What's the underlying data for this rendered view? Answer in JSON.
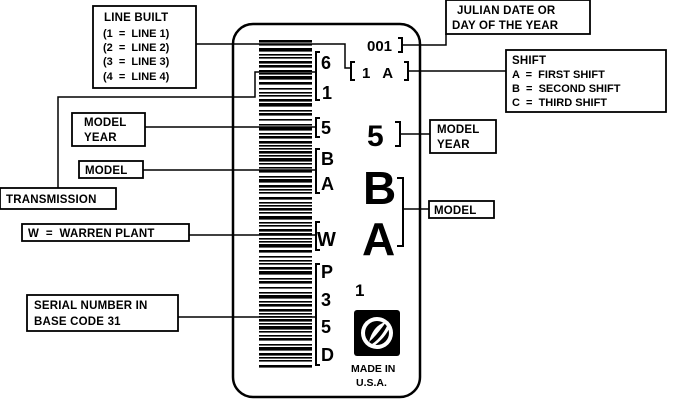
{
  "callouts": {
    "line_built": {
      "title": "LINE BUILT",
      "lines": [
        "(1  =  LINE 1)",
        "(2  =  LINE 2)",
        "(3  =  LINE 3)",
        "(4  =  LINE 4)"
      ]
    },
    "julian_date": {
      "lines": [
        "JULIAN DATE OR",
        "DAY OF THE YEAR"
      ]
    },
    "shift": {
      "title": "SHIFT",
      "lines": [
        "A  =  FIRST SHIFT",
        "B  =  SECOND SHIFT",
        "C  =  THIRD SHIFT"
      ]
    },
    "model_year_left": {
      "lines": [
        "MODEL",
        "YEAR"
      ]
    },
    "model_year_right": {
      "lines": [
        "MODEL",
        "YEAR"
      ]
    },
    "model_left": "MODEL",
    "model_right": "MODEL",
    "transmission": "TRANSMISSION",
    "plant": "W  =  WARREN PLANT",
    "serial": {
      "lines": [
        "SERIAL NUMBER IN",
        "BASE CODE 31"
      ]
    }
  },
  "tag": {
    "left_column": [
      "6",
      "1",
      "5",
      "B",
      "A",
      "W",
      "P",
      "3",
      "5",
      "D"
    ],
    "date_code": "001",
    "line_shift_code": "1   A",
    "big_year": "5",
    "big_model_top": "B",
    "big_model_bottom": "A",
    "extra_digit": "1",
    "made_in": [
      "MADE IN",
      "U.S.A."
    ]
  }
}
